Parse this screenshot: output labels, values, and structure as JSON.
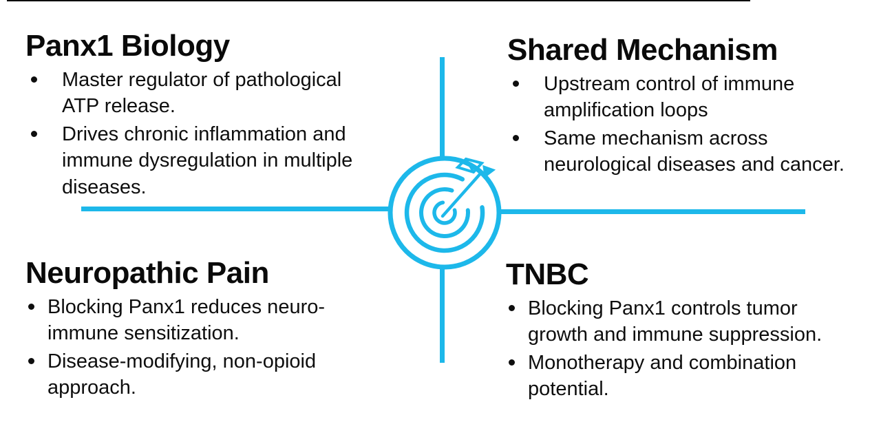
{
  "colors": {
    "accent": "#1DB8EA",
    "text": "#0E0E0E"
  },
  "icons": {
    "center": "target-dart-icon",
    "bullet": "dot-marker"
  },
  "quadrants": {
    "top_left": {
      "title": "Panx1 Biology",
      "bullets": [
        "Master regulator of pathological\nATP release.",
        "Drives chronic inflammation and\nimmune dysregulation in multiple\ndiseases."
      ]
    },
    "top_right": {
      "title": "Shared Mechanism",
      "bullets": [
        "Upstream control of immune\namplification loops",
        "Same mechanism across\nneurological diseases and cancer."
      ]
    },
    "bottom_left": {
      "title": "Neuropathic Pain",
      "bullets": [
        "Blocking Panx1 reduces neuro-\nimmune sensitization.",
        "Disease-modifying, non-opioid\napproach."
      ]
    },
    "bottom_right": {
      "title": "TNBC",
      "bullets": [
        "Blocking Panx1 controls tumor\ngrowth and immune suppression.",
        "Monotherapy and combination\npotential."
      ]
    }
  }
}
